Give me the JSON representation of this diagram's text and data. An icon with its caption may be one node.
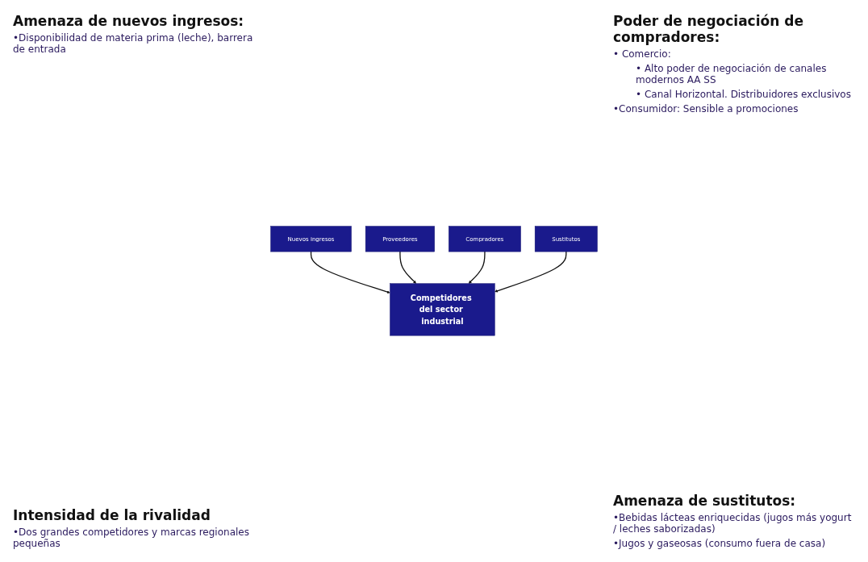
{
  "diagram": {
    "nodes": [
      {
        "text": [
          "Nuevos ingresos"
        ]
      },
      {
        "text": [
          "Proveedores"
        ]
      },
      {
        "text": [
          "Competidores del sector industrial"
        ]
      },
      {
        "text": [
          "Compradores"
        ]
      },
      {
        "text": [
          "Sustitutos"
        ]
      }
    ],
    "edges": [
      {
        "from": 0,
        "to": 2,
        "arrow": "to"
      },
      {
        "from": 1,
        "to": 2,
        "arrow": "to"
      },
      {
        "from": 3,
        "to": 2,
        "arrow": "to"
      },
      {
        "from": 4,
        "to": 2,
        "arrow": "to"
      }
    ],
    "labels": [
      "Amenaza de nuevos ingresos:",
      "•Disponibilidad de materia prima (leche), barrera de entrada",
      "Poder de negociación de compradores:",
      "• Comercio:",
      "• Alto poder de negociación de canales modernos AA SS",
      "• Canal Horizontal. Distribuidores exclusivos",
      "•Consumidor: Sensible a promociones",
      "Intensidad de la rivalidad",
      "•Dos grandes competidores y marcas regionales pequeñas",
      "Amenaza de sustitutos:",
      "•Bebidas lácteas enriquecidas (jugos más yogurt / leches saborizadas)",
      "•Jugos y gaseosas (consumo fuera de casa)"
    ]
  }
}
